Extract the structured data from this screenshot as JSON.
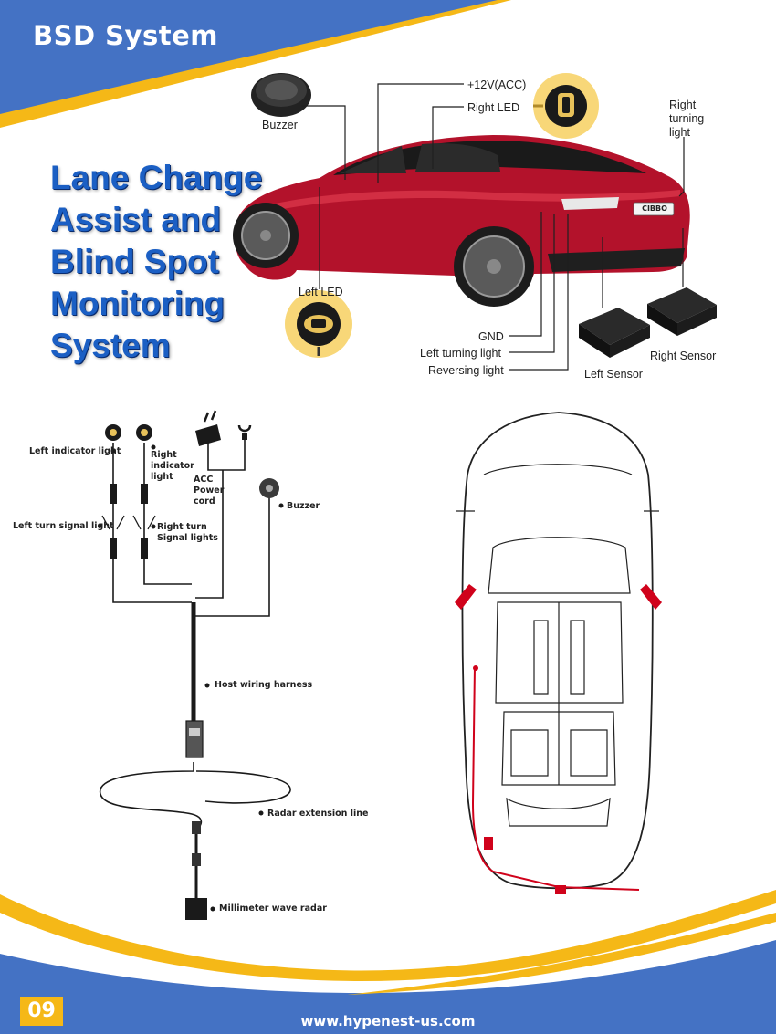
{
  "header": {
    "title": "BSD System"
  },
  "heading": {
    "lines": [
      "Lane Change",
      "Assist and",
      "Blind Spot",
      "Monitoring",
      "System"
    ]
  },
  "car_diagram": {
    "labels": {
      "buzzer": "Buzzer",
      "acc": "+12V(ACC)",
      "right_led": "Right LED",
      "right_turning_light": [
        "Right",
        "turning",
        "light"
      ],
      "left_led": "Left LED",
      "gnd": "GND",
      "left_turning_light": "Left turning light",
      "reversing_light": "Reversing light",
      "left_sensor": "Left Sensor",
      "right_sensor": "Right Sensor",
      "plate": "CIBBO"
    }
  },
  "wiring_diagram": {
    "labels": {
      "left_indicator_light": "Left indicator light",
      "right_indicator_light": [
        "Right",
        "indicator",
        "light"
      ],
      "acc_power_cord": [
        "ACC",
        "Power",
        "cord"
      ],
      "buzzer": "Buzzer",
      "left_turn_signal_light": "Left turn signal light",
      "right_turn_signal_lights": [
        "Right turn",
        "Signal lights"
      ],
      "host_wiring_harness": "Host wiring harness",
      "radar_extension_line": "Radar extension line",
      "millimeter_wave_radar": "Millimeter wave radar"
    }
  },
  "footer": {
    "page_number": "09",
    "url": "www.hypenest-us.com"
  },
  "colors": {
    "blue": "#4472c4",
    "yellow": "#f5b817",
    "heading_blue": "#1b5fc4",
    "car_red": "#c8102e"
  }
}
